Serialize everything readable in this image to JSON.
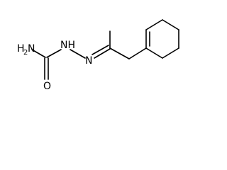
{
  "structure": {
    "atom_labels": {
      "amine": "H",
      "amine_subscript": "2",
      "amine_n": "N",
      "hydrazide_n": "NH",
      "imine_n": "N",
      "carbonyl_o": "O"
    },
    "line_color": "#000000",
    "background_color": "#ffffff"
  }
}
